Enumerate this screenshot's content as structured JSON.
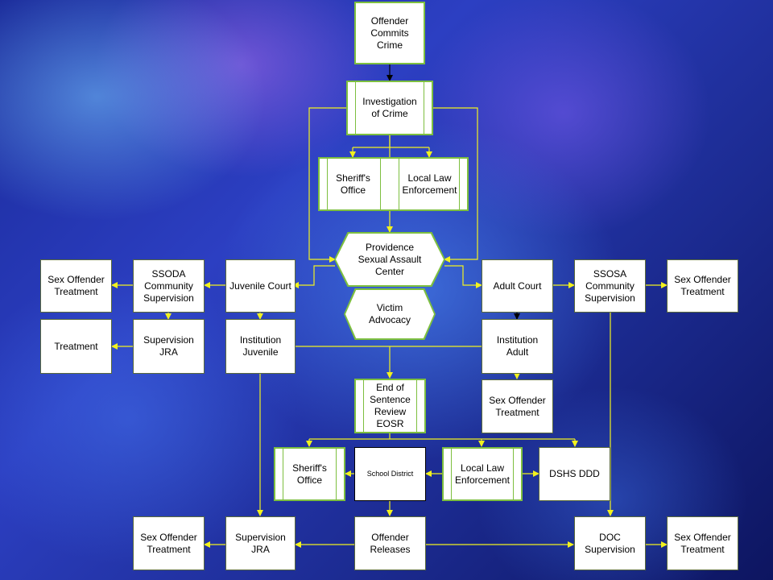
{
  "colors": {
    "box_border": "#7dbf3f",
    "connector": "#f2f21e",
    "box_fill": "#ffffff"
  },
  "nodes": {
    "offender_commits_crime": "Offender\nCommits\nCrime",
    "investigation_of_crime": "Investigation\nof Crime",
    "sheriffs_office_top": "Sheriff's\nOffice",
    "local_law_enforcement_top": "Local Law\nEnforcement",
    "providence_sexual_assault_center": "Providence\nSexual Assault\nCenter",
    "victim_advocacy": "Victim\nAdvocacy",
    "sex_offender_treatment_left_1": "Sex Offender\nTreatment",
    "ssoda_community_supervision": "SSODA\nCommunity\nSupervision",
    "juvenile_court": "Juvenile Court",
    "adult_court": "Adult Court",
    "ssosa_community_supervision": "SSOSA\nCommunity\nSupervision",
    "sex_offender_treatment_right_1": "Sex Offender\nTreatment",
    "treatment": "Treatment",
    "supervision_jra_top": "Supervision\nJRA",
    "institution_juvenile": "Institution\nJuvenile",
    "institution_adult": "Institution\nAdult",
    "end_of_sentence_review": "End of\nSentence\nReview\nEOSR",
    "sex_offender_treatment_adult": "Sex Offender\nTreatment",
    "sheriffs_office_bottom": "Sheriff's\nOffice",
    "school_district": "School District",
    "local_law_enforcement_bottom": "Local Law\nEnforcement",
    "dshs_ddd": "DSHS DDD",
    "sex_offender_treatment_left_2": "Sex Offender\nTreatment",
    "supervision_jra_bottom": "Supervision\nJRA",
    "offender_releases": "Offender\nReleases",
    "doc_supervision": "DOC\nSupervision",
    "sex_offender_treatment_right_2": "Sex Offender\nTreatment"
  }
}
